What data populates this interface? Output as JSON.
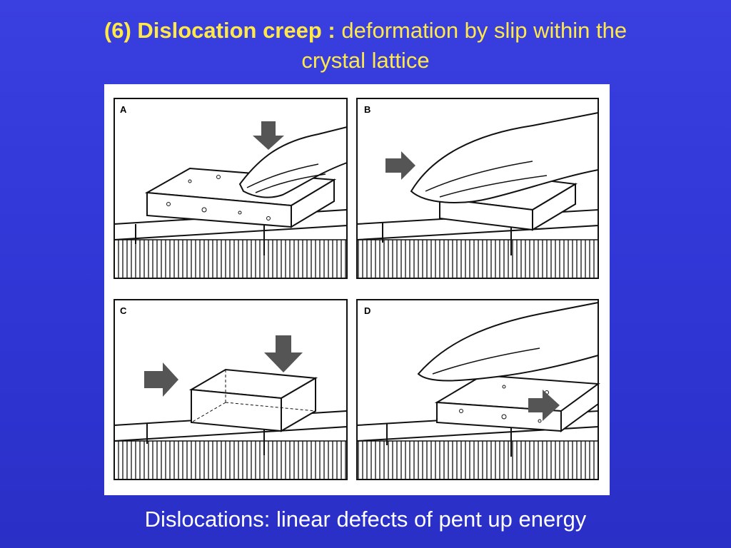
{
  "slide": {
    "title_bold": "(6) Dislocation creep :",
    "title_rest_line1": "deformation by slip within the",
    "title_rest_line2": "crystal lattice",
    "caption": "Dislocations: linear defects of pent up energy"
  },
  "figure": {
    "panels": [
      {
        "label": "A",
        "action": "push-down"
      },
      {
        "label": "B",
        "action": "push-right"
      },
      {
        "label": "C",
        "action": "push-down-and-right"
      },
      {
        "label": "D",
        "action": "slide-right"
      }
    ]
  },
  "colors": {
    "background": "#3a3fe0",
    "title": "#ffe94a",
    "caption": "#ffffff",
    "figure_background": "#ffffff",
    "arrow": "#555555"
  }
}
